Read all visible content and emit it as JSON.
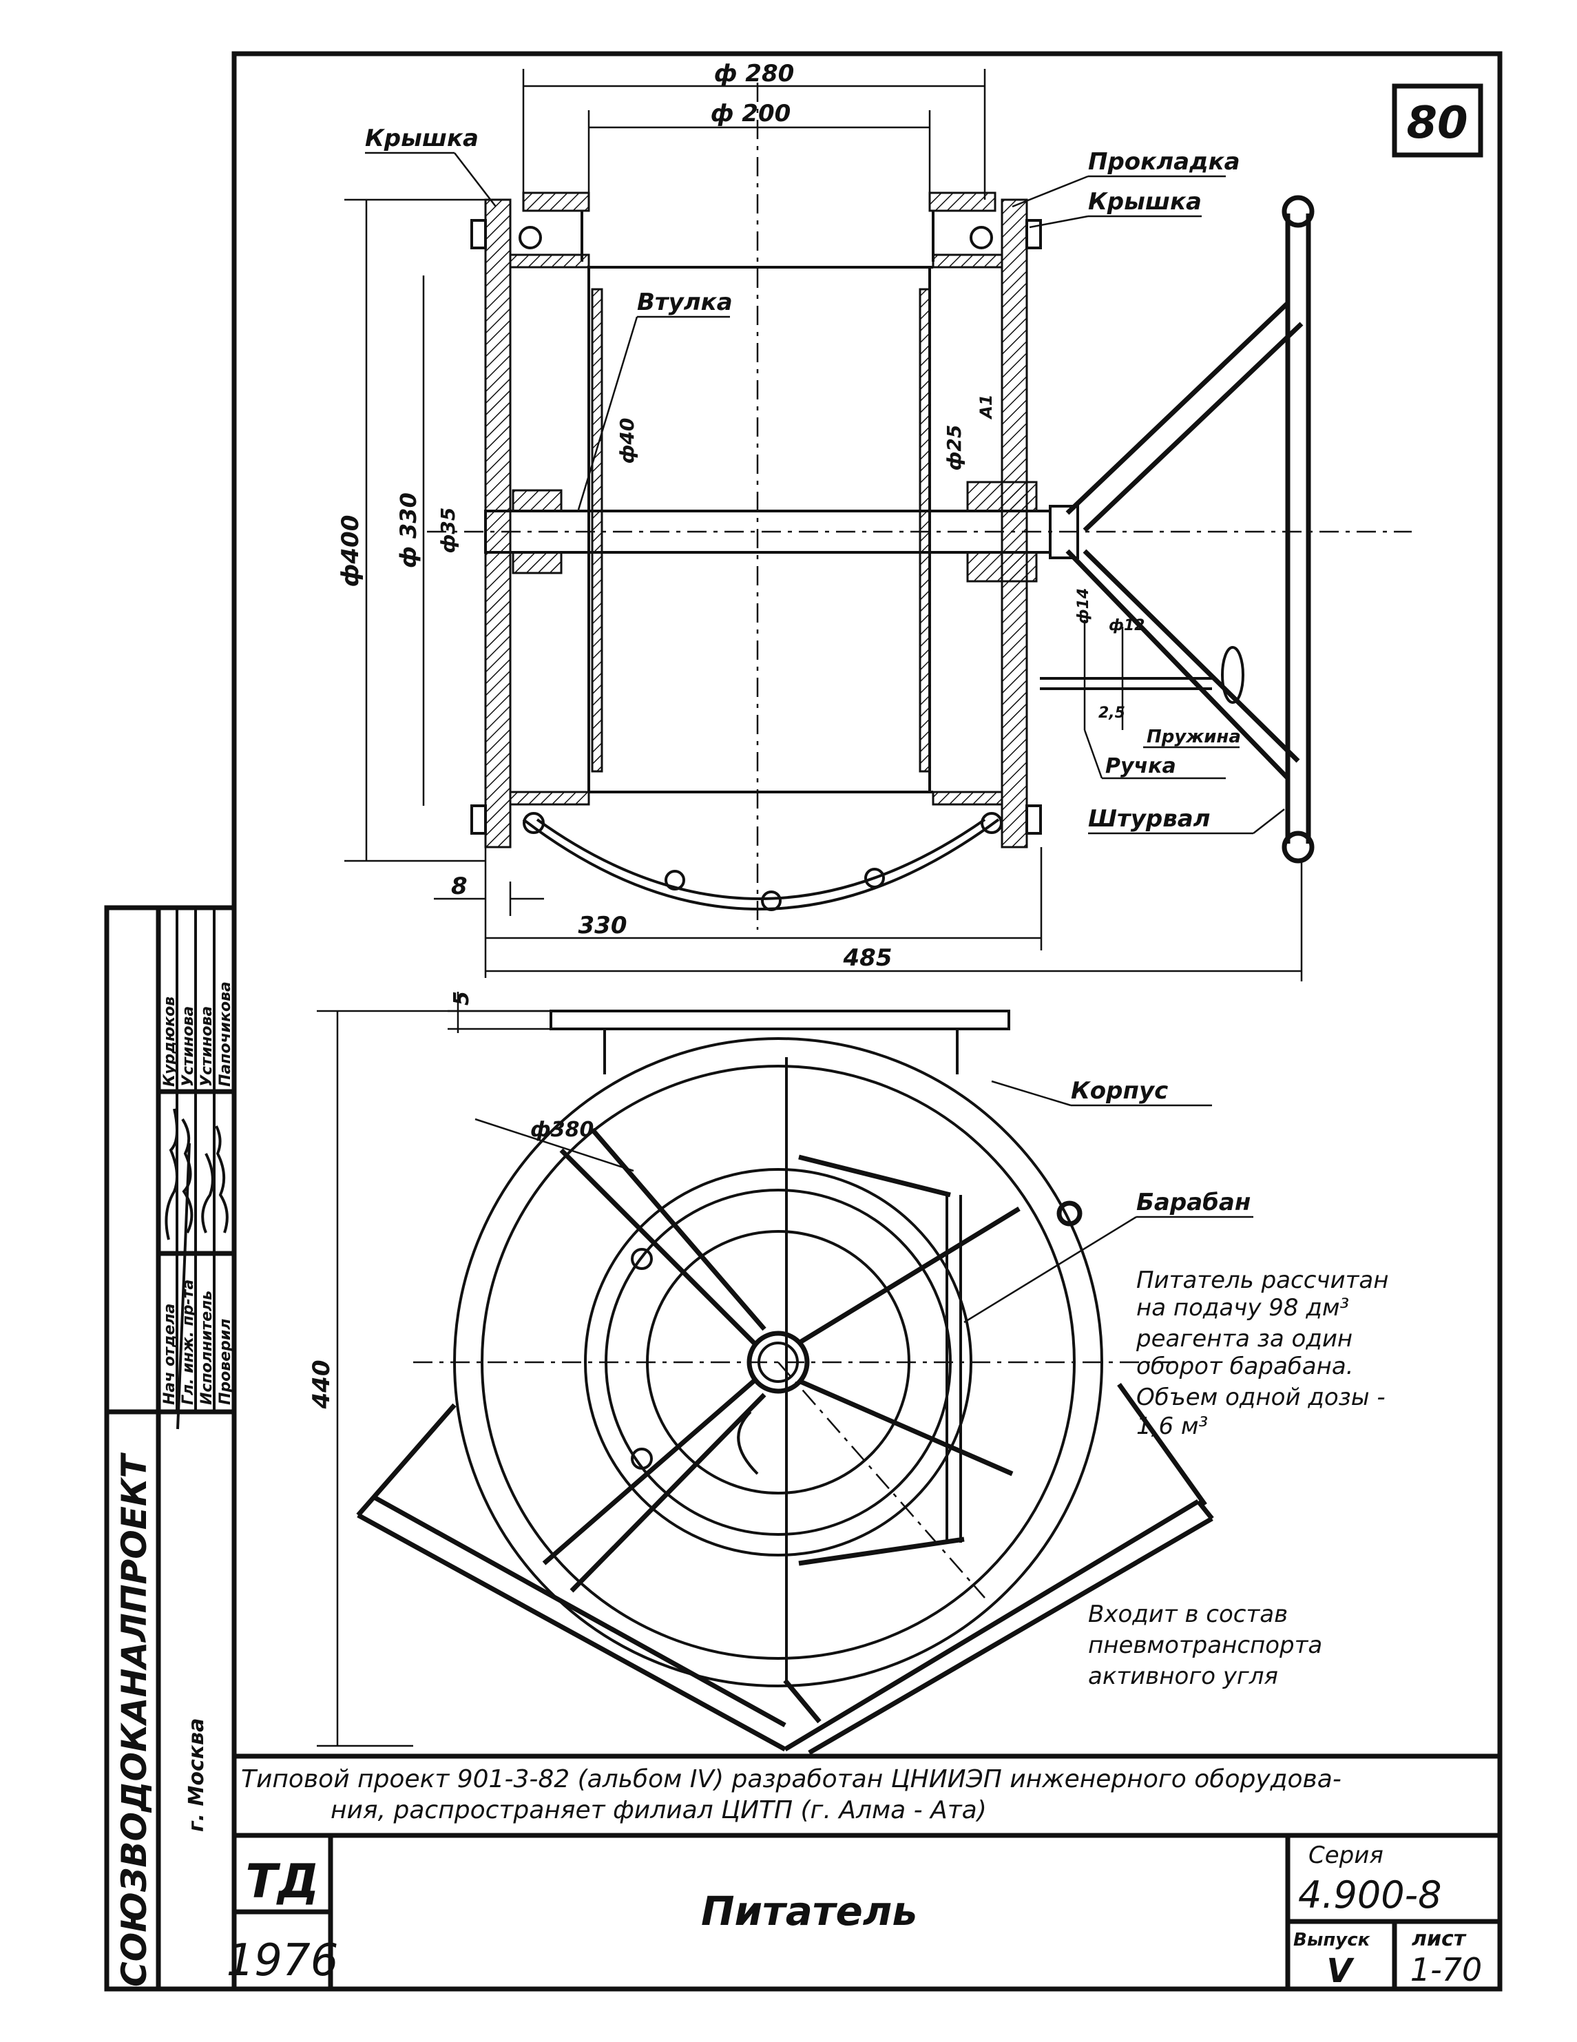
{
  "sheet_number": "80",
  "labels": {
    "kryshka_left": "Крышка",
    "prokladka": "Прокладка",
    "kryshka_right": "Крышка",
    "vtulka": "Втулка",
    "pruzhina": "Пружина",
    "ruchka": "Ручка",
    "shturval": "Штурвал",
    "korpus": "Корпус",
    "baraban": "Барабан"
  },
  "dimensions": {
    "d280": "ф 280",
    "d200": "ф 200",
    "d400": "ф400",
    "d330": "ф 330",
    "d35": "ф35",
    "d40": "ф40",
    "d25": "ф25",
    "d14": "ф14",
    "d12": "ф12",
    "d380": "ф380",
    "a1": "А1",
    "w8": "8",
    "w330": "330",
    "w485": "485",
    "h5": "5",
    "h440": "440",
    "s25": "2,5"
  },
  "notes": {
    "capacity": [
      "Питатель рассчитан",
      "на подачу 98 дм³",
      "реагента за один",
      "оборот барабана.",
      "Объем одной дозы -",
      "1,6 м³"
    ],
    "part_of": [
      "Входит в состав",
      "пневмотранспорта",
      "активного угля"
    ],
    "project": [
      "Типовой проект 901-3-82 (альбом IV) разработан ЦНИИЭП инженерного оборудова-",
      "ния, распространяет филиал ЦИТП (г. Алма - Ата)"
    ]
  },
  "title_block": {
    "org": "СОЮЗВОДОКАНАЛПРОЕКТ",
    "city": "г. Москва",
    "roles": [
      "Нач отдела",
      "Гл. инж. пр-та",
      "Исполнитель",
      "Проверил"
    ],
    "names": [
      "Курдюков",
      "Устинова",
      "Устинова",
      "Папочикова"
    ],
    "td": "ТД",
    "year": "1976",
    "title": "Питатель",
    "series_label": "Серия",
    "series": "4.900-8",
    "issue_label": "Выпуск",
    "issue": "V",
    "sheet_label": "лист",
    "sheet": "1-70"
  }
}
